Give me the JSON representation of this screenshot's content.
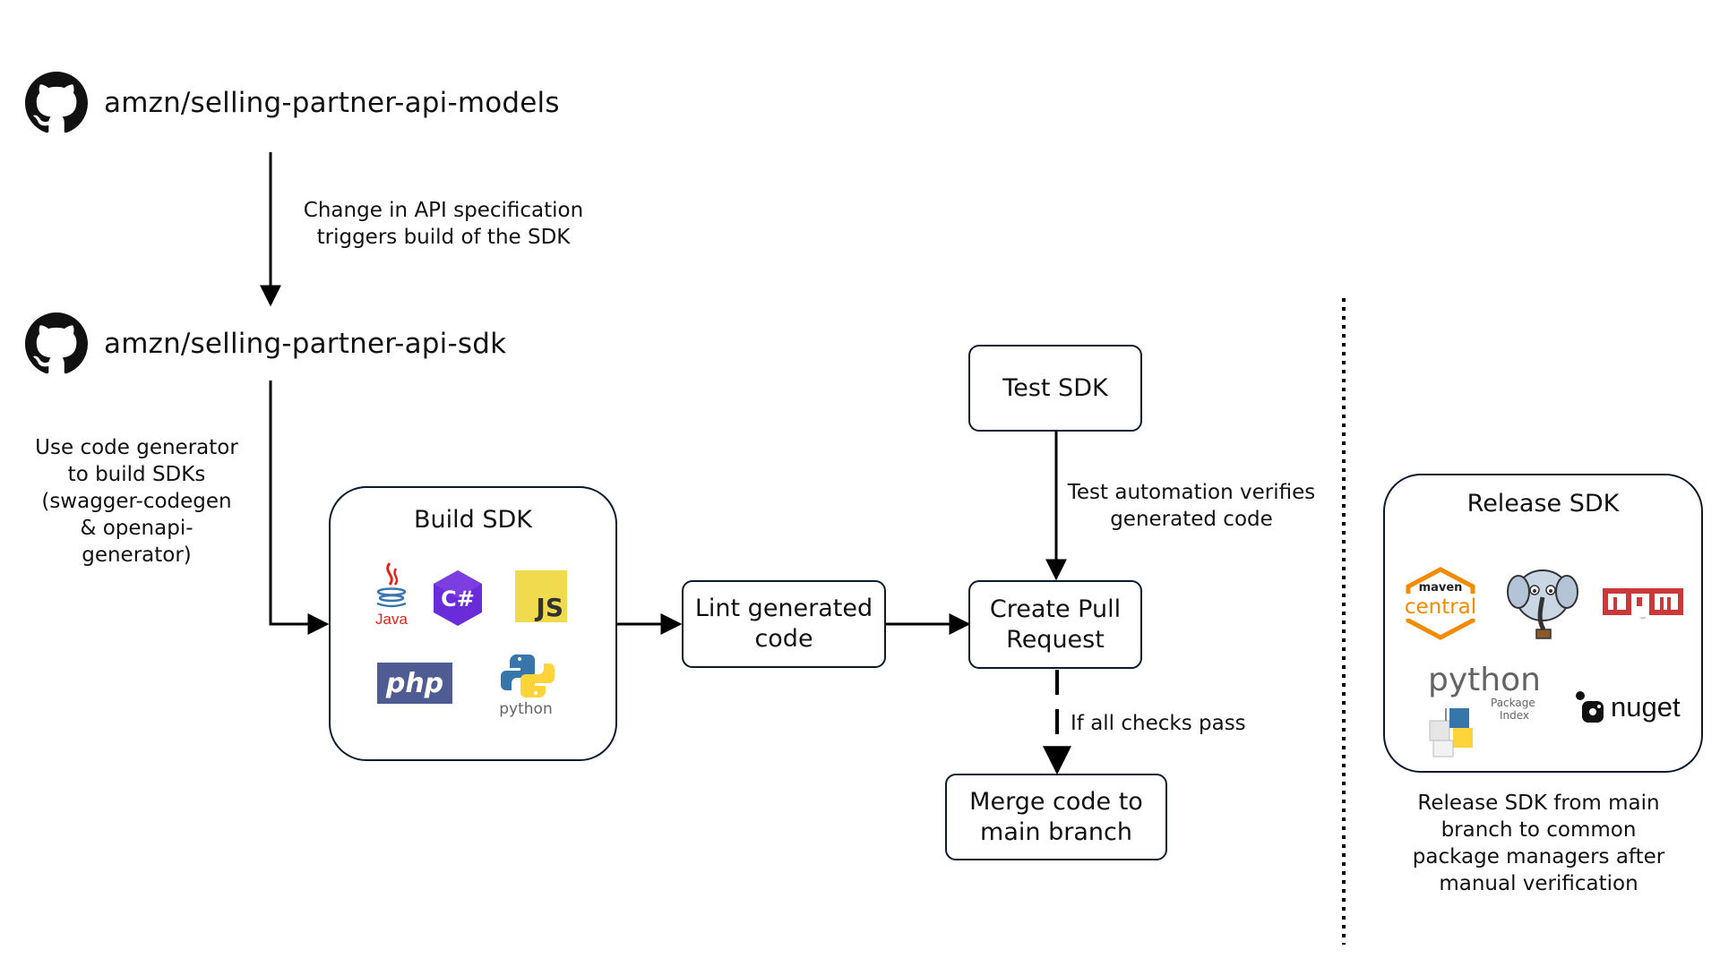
{
  "repos": {
    "models": "amzn/selling-partner-api-models",
    "sdk": "amzn/selling-partner-api-sdk"
  },
  "labels": {
    "trigger": "Change in API specification\ntriggers build of the SDK",
    "codegen": "Use code generator\nto build SDKs\n(swagger-codegen\n& openapi-\ngenerator)",
    "test_automation": "Test automation verifies\ngenerated code",
    "checks_pass": "If all checks pass",
    "release_note": "Release SDK from main\nbranch to common\npackage managers after\nmanual verification"
  },
  "boxes": {
    "build": "Build SDK",
    "lint": "Lint generated\ncode",
    "test": "Test SDK",
    "pull_request": "Create Pull\nRequest",
    "merge": "Merge code to\nmain branch",
    "release": "Release SDK"
  },
  "language_logos": [
    {
      "icon": "java-logo-icon",
      "text": "Java"
    },
    {
      "icon": "csharp-logo-icon",
      "text": "C#"
    },
    {
      "icon": "javascript-logo-icon",
      "text": "JS"
    },
    {
      "icon": "php-logo-icon",
      "text": "php"
    },
    {
      "icon": "python-logo-icon",
      "text": "python"
    }
  ],
  "package_logos": [
    {
      "icon": "maven-central-logo-icon",
      "text_top": "maven",
      "text_bottom": "central"
    },
    {
      "icon": "php-elephant-logo-icon",
      "text": ""
    },
    {
      "icon": "npm-logo-icon",
      "text": "npm"
    },
    {
      "icon": "pypi-logo-icon",
      "text": "python",
      "sub1": "Package",
      "sub2": "Index"
    },
    {
      "icon": "nuget-logo-icon",
      "text": "nuget"
    }
  ],
  "colors": {
    "line": "#000000",
    "box_border": "#0b1a2e",
    "java_red": "#e2231a",
    "java_blue": "#3a75b0",
    "csharp": "#6a2bd9",
    "js_yellow": "#f0db4f",
    "php": "#4f5b93",
    "python_blue": "#3776ab",
    "python_yellow": "#ffd43b",
    "maven": "#f28b00",
    "npm": "#cb3837"
  }
}
